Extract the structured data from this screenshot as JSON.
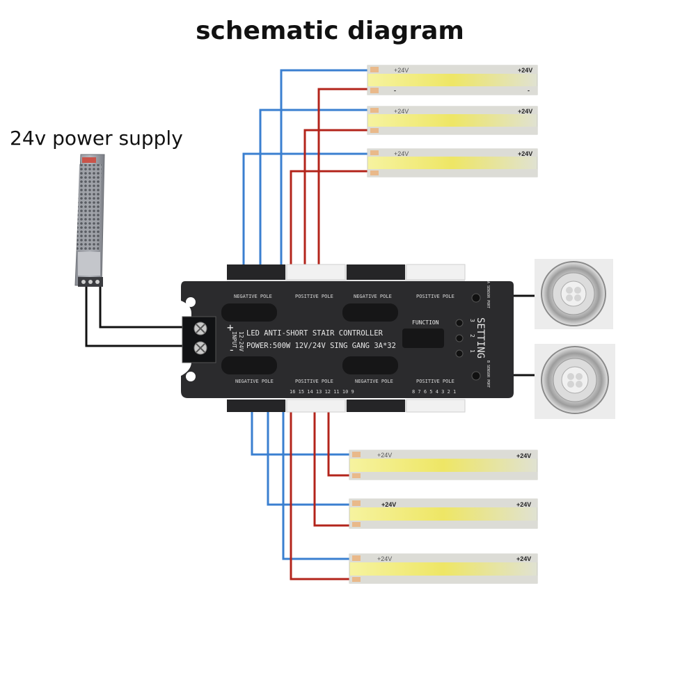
{
  "title": "schematic diagram",
  "power_supply": {
    "label": "24v power supply"
  },
  "controller": {
    "line1": "LED ANTI-SHORT STAIR CONTROLLER",
    "line2": "POWER:500W 12V/24V SING GANG 3A*32",
    "input_label": "INPUT",
    "input_voltage": "12-24V",
    "plus": "+",
    "minus": "-",
    "function_label": "FUNCTION",
    "setting_label": "SETTING",
    "func_1": "1",
    "func_2": "2",
    "func_3": "3",
    "top_pole_labels": [
      "NEGATIVE POLE",
      "POSITIVE POLE",
      "NEGATIVE POLE",
      "POSITIVE POLE"
    ],
    "bottom_pole_labels": [
      "NEGATIVE POLE",
      "POSITIVE POLE",
      "NEGATIVE POLE",
      "POSITIVE POLE"
    ],
    "bottom_numbers_a": "16 15 14 13 12 11 10 9",
    "bottom_numbers_b": "8 7 6 5 4 3 2 1",
    "sensor_port_a": "A SENSOR PORT",
    "sensor_port_b": "B SENSOR PORT"
  },
  "strips": {
    "label_left": "+24V",
    "label_right": "+24V",
    "minus": "-"
  },
  "colors": {
    "positive_wire": "#b3241b",
    "negative_wire": "#3a7fd0",
    "controller": "#2b2b2d",
    "strip_yellow": "#f2ec6a"
  }
}
